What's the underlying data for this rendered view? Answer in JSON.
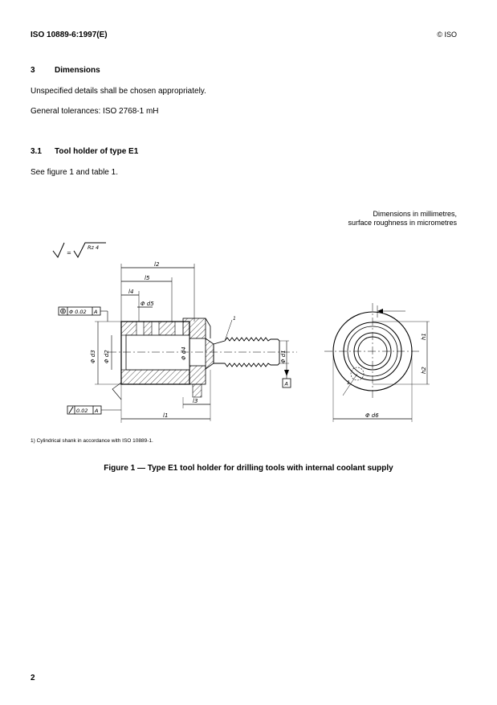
{
  "header": {
    "standard": "ISO 10889-6:1997(E)",
    "copyright": "© ISO"
  },
  "section3": {
    "number": "3",
    "title": "Dimensions",
    "para1": "Unspecified details shall be chosen appropriately.",
    "para2": "General tolerances: ISO 2768-1 mH"
  },
  "section31": {
    "number": "3.1",
    "title": "Tool holder of type E1",
    "para": "See figure 1 and table 1."
  },
  "figure": {
    "units_line1": "Dimensions in millimetres,",
    "units_line2": "surface roughness in micrometres",
    "roughness": "Rz 4",
    "roughness_eq": "=",
    "tol_concentric": "0.02",
    "tol_runout": "0.02",
    "datum": "A",
    "labels": {
      "l1": "l1",
      "l2": "l2",
      "l3": "l3",
      "l4": "l4",
      "l5": "l5",
      "d1": "d1",
      "d2": "d2",
      "d3": "d3",
      "d4": "d4",
      "d5": "d5",
      "d6": "d6",
      "h1": "h1",
      "h2": "h2",
      "note1": "1"
    },
    "phi": "Φ"
  },
  "footnote": "1)  Cylindrical shank in accordance with ISO 10889-1.",
  "caption": "Figure 1 — Type E1 tool holder for drilling tools with internal coolant supply",
  "page_number": "2"
}
